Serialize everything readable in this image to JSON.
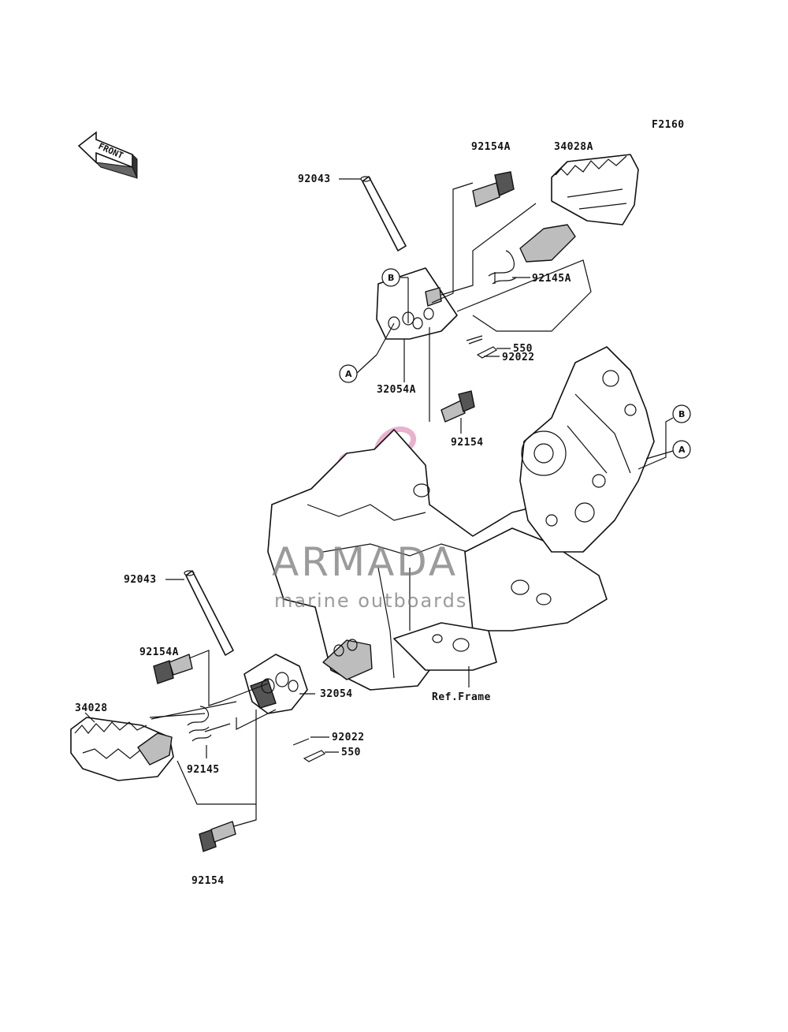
{
  "diagram_code": "F2160",
  "front_marker": "FRONT",
  "callouts": {
    "a": "A",
    "b": "B"
  },
  "parts": {
    "p92154A_top": "92154A",
    "p34028A": "34028A",
    "p92043_top": "92043",
    "p92145A": "92145A",
    "p92022_top": "92022",
    "p550_top": "550",
    "p32054A": "32054A",
    "p92154_top": "92154",
    "p92043_bottom": "92043",
    "p92154A_bottom": "92154A",
    "p32054": "32054",
    "ref_frame": "Ref.Frame",
    "p34028": "34028",
    "p92022_bottom": "92022",
    "p550_bottom": "550",
    "p92145": "92145",
    "p92154_bottom": "92154"
  },
  "watermark": {
    "brand": "ARMADA",
    "tagline": "marine outboards",
    "logo_color": "#e8a9c9"
  }
}
